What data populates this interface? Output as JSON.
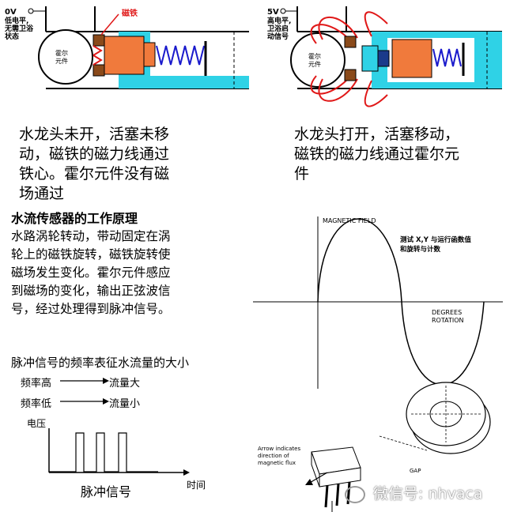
{
  "left_diagram": {
    "voltage": "0V",
    "state_text": "低电平,无需卫浴状态",
    "magnet_label": "磁铁",
    "hall_label_line1": "霍尔",
    "hall_label_line2": "元件",
    "caption": "水龙头未开，活塞未移动，磁铁的磁力线通过铁心。霍尔元件没有磁场通过",
    "caption_lines": [
      "水龙头未开，活塞未移",
      "动，磁铁的磁力线通过",
      "铁心。霍尔元件没有磁",
      "场通过"
    ]
  },
  "right_diagram": {
    "voltage": "5V",
    "state_text": "高电平,卫浴启动信号",
    "hall_label_line1": "霍尔",
    "hall_label_line2": "元件",
    "caption_lines": [
      "水龙头打开，活塞移动，",
      "磁铁的磁力线通过霍尔元",
      "件"
    ]
  },
  "principle": {
    "title": "水流传感器的工作原理",
    "body_lines": [
      "水路涡轮转动，带动固定在涡",
      "轮上的磁铁旋转，磁铁旋转使",
      "磁场发生变化。霍尔元件感应",
      "到磁场的变化，输出正弦波信",
      "号，经过处理得到脉冲信号。"
    ]
  },
  "pulse": {
    "title": "脉冲信号的频率表征水流量的大小",
    "row1_left": "频率高",
    "row1_right": "流量大",
    "row2_left": "频率低",
    "row2_right": "流量小",
    "y_label": "电压",
    "x_label": "时间",
    "caption": "脉冲信号"
  },
  "sine_panel": {
    "y_label": "MAGNETIC FIELD",
    "x_label_line1": "DEGREES",
    "x_label_line2": "ROTATION",
    "note_line1": "测试 X,Y 与运行函数值",
    "note_line2": "和旋转与计数",
    "arrow_note_lines": [
      "Arrow indicates",
      "direction of",
      "magnetic flux"
    ],
    "gap_label": "GAP"
  },
  "watermark": "微信号: nhvaca",
  "colors": {
    "water": "#2fd2e6",
    "magnet": "#f07a3c",
    "red": "#e01818",
    "coil": "#1a1acc",
    "brown": "#8a4a1a"
  }
}
